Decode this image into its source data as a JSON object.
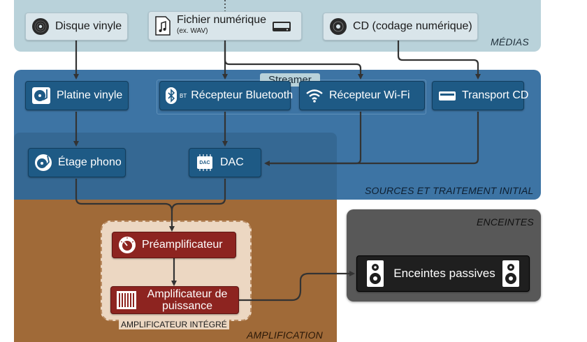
{
  "panels": {
    "medias": "MÉDIAS",
    "sources": "SOURCES ET TRAITEMENT INITIAL",
    "amplification": "AMPLIFICATION",
    "integrated_amp": "AMPLIFICATEUR INTÉGRÉ",
    "speakers": "ENCEINTES"
  },
  "streamer_label": "Streamer",
  "nodes": {
    "vinyl_record": "Disque vinyle",
    "digital_file": "Fichier numérique",
    "digital_file_sub": "(ex. WAV)",
    "cd": "CD (codage numérique)",
    "turntable": "Platine vinyle",
    "bluetooth": "Récepteur Bluetooth",
    "bluetooth_badge": "BT",
    "wifi": "Récepteur Wi-Fi",
    "cd_transport": "Transport CD",
    "phono_stage": "Étage phono",
    "dac": "DAC",
    "dac_chip": "DAC",
    "preamp": "Préamplificateur",
    "power_amp": "Amplificateur de puissance",
    "passive_speakers": "Enceintes passives"
  },
  "colors": {
    "medias_bg": "#b9d2da",
    "sources_bg": "#3d74a4",
    "amp_bg": "#a06a38",
    "speakers_bg": "#585858",
    "node_red": "#8d2420"
  }
}
